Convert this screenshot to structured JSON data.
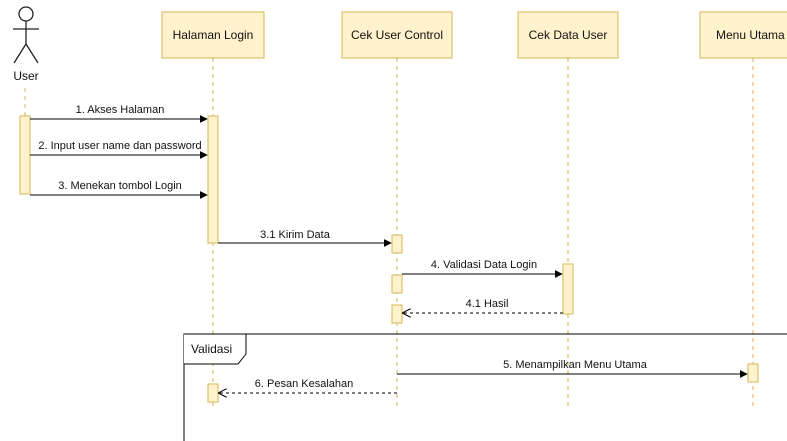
{
  "actor": {
    "label": "User"
  },
  "participants": [
    {
      "id": "halaman",
      "label": "Halaman Login"
    },
    {
      "id": "cekuser",
      "label": "Cek User Control"
    },
    {
      "id": "cekdata",
      "label": "Cek Data User"
    },
    {
      "id": "menu",
      "label": "Menu Utama"
    }
  ],
  "messages": [
    {
      "id": "m1",
      "label": "1. Akses Halaman",
      "style": "solid"
    },
    {
      "id": "m2",
      "label": "2. Input user name dan password",
      "style": "solid"
    },
    {
      "id": "m3",
      "label": "3. Menekan tombol Login",
      "style": "solid"
    },
    {
      "id": "m31",
      "label": "3.1 Kirim Data",
      "style": "solid"
    },
    {
      "id": "m4",
      "label": "4. Validasi Data Login",
      "style": "solid"
    },
    {
      "id": "m41",
      "label": "4.1 Hasil",
      "style": "dashed"
    },
    {
      "id": "m5",
      "label": "5. Menampilkan Menu Utama",
      "style": "solid"
    },
    {
      "id": "m6",
      "label": "6. Pesan Kesalahan",
      "style": "dashed"
    }
  ],
  "fragment": {
    "label": "Validasi"
  },
  "colors": {
    "participant_fill": "#fff2cc",
    "participant_stroke": "#d6b656",
    "activation_fill": "#fff2cc",
    "activation_stroke": "#d6b656",
    "lifeline": "#d6b656",
    "line": "#000000"
  }
}
